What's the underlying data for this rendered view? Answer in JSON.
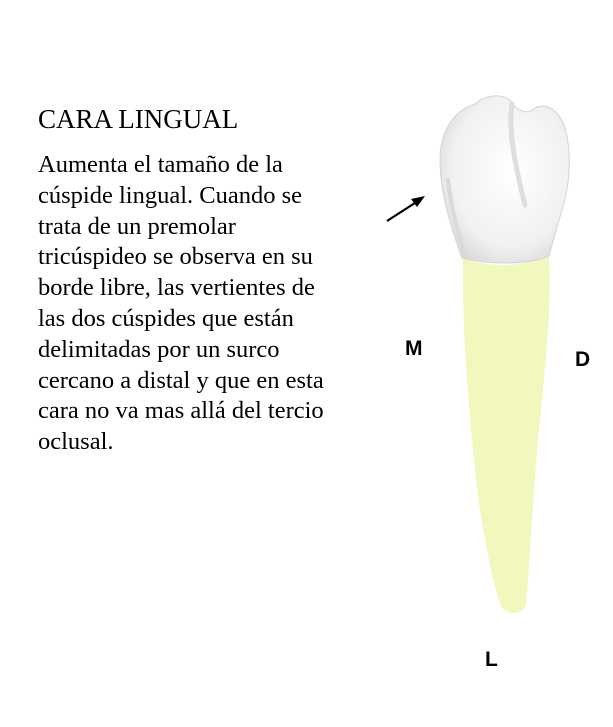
{
  "heading": "CARA LINGUAL",
  "description_lines": [
    "Aumenta el tamaño de la",
    "cúspide lingual. Cuando se",
    "trata de un premolar",
    "tricúspideo se observa en su",
    "borde libre, las vertientes de",
    "las dos cúspides que están",
    "delimitadas por un surco",
    "cercano a distal y que en esta",
    "cara no va mas allá del tercio",
    "oclusal."
  ],
  "orientation_labels": {
    "mesial": "M",
    "distal": "D",
    "lingual": "L"
  },
  "colors": {
    "root": "#f2f7be",
    "crown": "#f3f3f3",
    "arrow": "#000000"
  }
}
